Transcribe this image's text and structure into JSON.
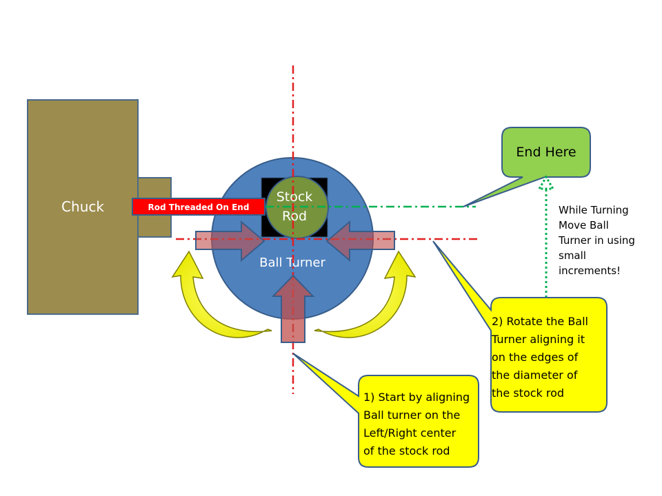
{
  "chuck": {
    "label": "Chuck"
  },
  "rod": {
    "label": "Rod Threaded On End"
  },
  "stock": {
    "line1": "Stock",
    "line2": "Rod"
  },
  "ball_turner": {
    "label": "Ball Turner"
  },
  "end_callout": {
    "label": "End Here"
  },
  "side_note": {
    "lines": [
      "While Turning",
      "Move Ball",
      "Turner in using",
      "small",
      "increments!"
    ]
  },
  "step2": {
    "lines": [
      "2) Rotate the Ball",
      "Turner aligning it",
      "on the edges of",
      "the diameter of",
      "the stock rod"
    ]
  },
  "step1": {
    "lines": [
      "1) Start by aligning",
      "Ball turner on the",
      "Left/Right center",
      "of the stock rod"
    ]
  },
  "colors": {
    "chuck": "#9c8c4e",
    "ball_turner": "#4f81bd",
    "stock_rod": "#77933c",
    "callout_yellow": "#ffff00",
    "callout_green": "#92d050",
    "rod_red": "#ff0000",
    "centerline_red": "#e02020",
    "centerline_green": "#00b050"
  }
}
